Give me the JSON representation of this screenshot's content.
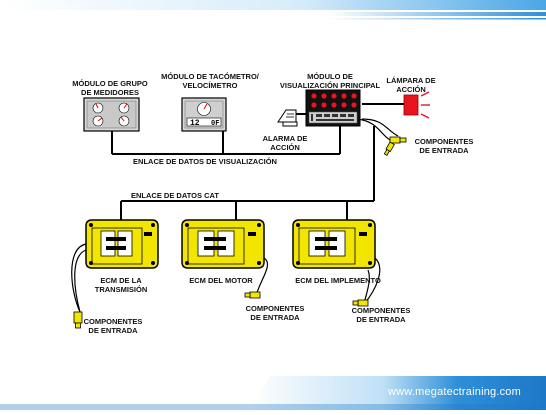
{
  "labels": {
    "gauge_cluster": "MÓDULO DE GRUPO\nDE MEDIDORES",
    "tach_speedo": "MÓDULO DE TACÓMETRO/\nVELOCÍMETRO",
    "main_display": "MÓDULO DE\nVISUALIZACIÓN PRINCIPAL",
    "action_lamp": "LÁMPARA DE\nACCIÓN",
    "action_alarm": "ALARMA DE\nACCIÓN",
    "input_components_top": "COMPONENTES\nDE ENTRADA",
    "display_data_link": "ENLACE DE DATOS DE VISUALIZACIÓN",
    "cat_data_link": "ENLACE DE DATOS CAT",
    "ecm_transmission": "ECM DE LA\nTRANSMISIÓN",
    "ecm_engine": "ECM DEL MOTOR",
    "ecm_implement": "ECM DEL IMPLEMENTO",
    "input_components_1": "COMPONENTES\nDE ENTRADA",
    "input_components_2": "COMPONENTES\nDE ENTRADA",
    "input_components_3": "COMPONENTES\nDE ENTRADA"
  },
  "tach_display": {
    "left_value": "12",
    "right_value": "0F"
  },
  "footer": {
    "url": "www.megatectraining.com"
  },
  "colors": {
    "ecm_yellow": "#f2e600",
    "lamp_red": "#e8141e",
    "bar_blue": "#2e8fd8"
  }
}
